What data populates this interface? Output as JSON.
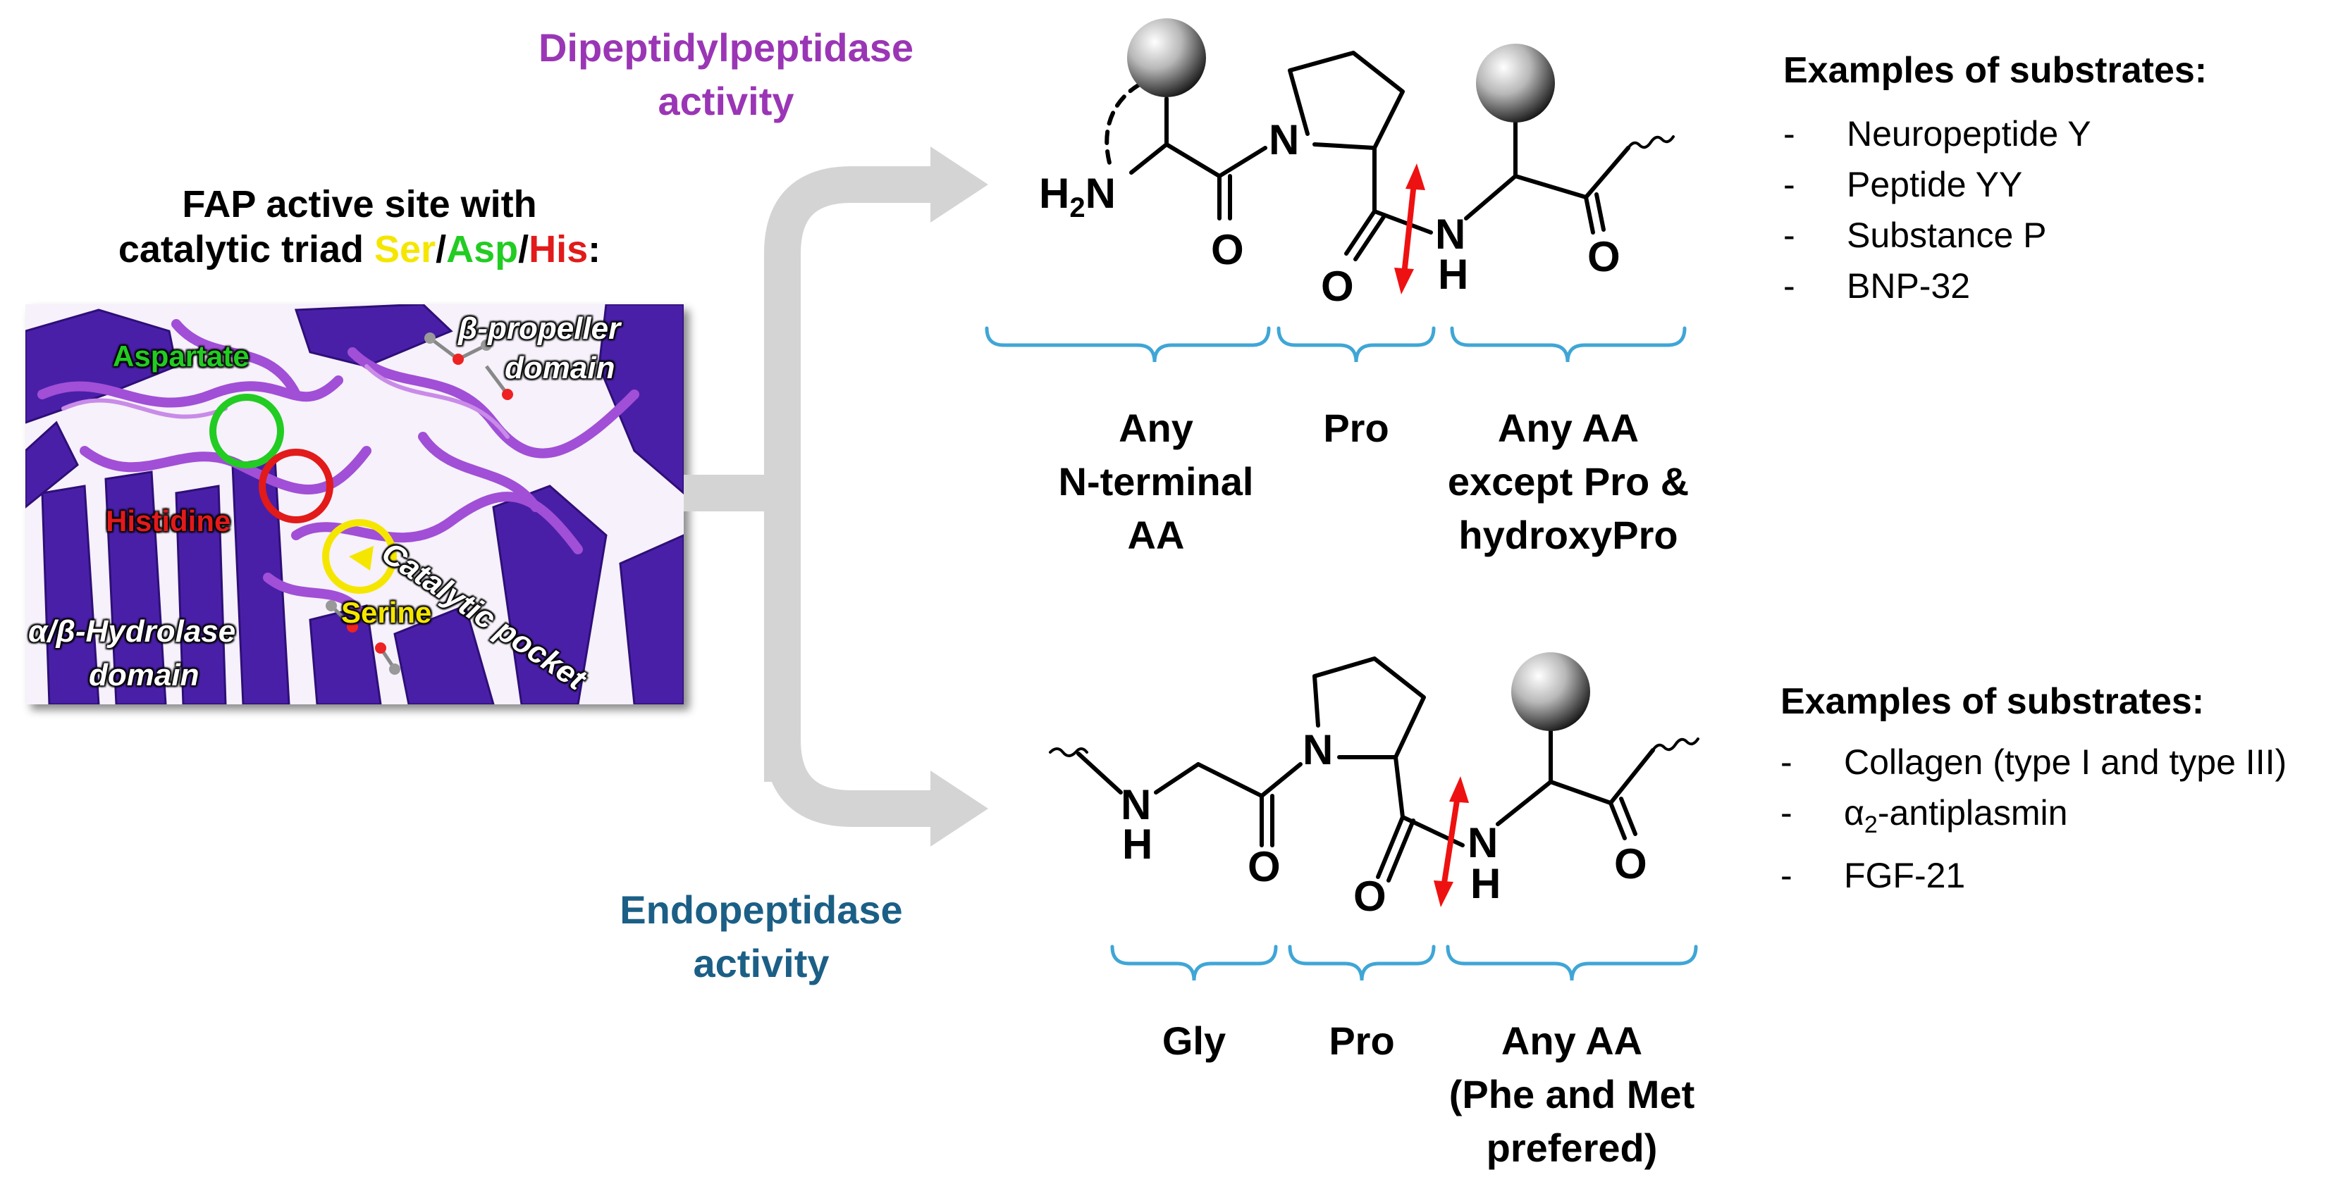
{
  "active_site": {
    "title_line1": "FAP active site with",
    "title_line2_prefix": "catalytic triad ",
    "triad": [
      {
        "text": "Ser",
        "color": "#f5e600"
      },
      {
        "text": "/",
        "color": "#000000"
      },
      {
        "text": "Asp",
        "color": "#22cc22"
      },
      {
        "text": "/",
        "color": "#000000"
      },
      {
        "text": "His",
        "color": "#e21a1a"
      },
      {
        "text": ":",
        "color": "#000000"
      }
    ],
    "labels": {
      "aspartate": "Aspartate",
      "histidine": "Histidine",
      "serine": "Serine",
      "beta_propeller_1": "β-propeller",
      "beta_propeller_2": "domain",
      "catalytic_pocket": "Catalytic pocket",
      "hydrolase_1": "α/β-Hydrolase",
      "hydrolase_2": "domain"
    }
  },
  "dipeptidyl": {
    "title_line1": "Dipeptidylpeptidase",
    "title_line2": "activity",
    "color": "#9a36b5",
    "atoms": {
      "h2n": "H",
      "h2n_sub": "2",
      "h2n_n": "N",
      "n_ring": "N",
      "o1": "O",
      "o2": "O",
      "nh_n": "N",
      "nh_h": "H",
      "o3": "O"
    },
    "residues": [
      {
        "l1": "Any",
        "l2": "N-terminal",
        "l3": "AA"
      },
      {
        "l1": "Pro"
      },
      {
        "l1": "Any AA",
        "l2": "except Pro &",
        "l3": "hydroxyPro"
      }
    ],
    "examples_title": "Examples of substrates:",
    "examples": [
      "Neuropeptide Y",
      "Peptide YY",
      "Substance P",
      "BNP-32"
    ]
  },
  "endo": {
    "title_line1": "Endopeptidase",
    "title_line2": "activity",
    "color": "#1b5f86",
    "atoms": {
      "nh1_n": "N",
      "nh1_h": "H",
      "o1": "O",
      "n_ring": "N",
      "o2": "O",
      "nh2_n": "N",
      "nh2_h": "H",
      "o3": "O"
    },
    "residues": [
      {
        "l1": "Gly"
      },
      {
        "l1": "Pro"
      },
      {
        "l1": "Any AA",
        "l2": "(Phe and Met",
        "l3": "prefered)"
      }
    ],
    "examples_title": "Examples of substrates:",
    "examples": [
      "Collagen (type I and type III)",
      "α",
      "FGF-21"
    ],
    "alpha2": {
      "prefix": "α",
      "sub": "2",
      "suffix": "-antiplasmin"
    },
    "dash": "-"
  },
  "colors": {
    "arrow": "#d4d4d4",
    "brace": "#3fa6d6",
    "cleave": "#ee1111",
    "protein_bg": "#ffffff",
    "helix": "#4a1fa8",
    "loop": "#a14fd6"
  }
}
